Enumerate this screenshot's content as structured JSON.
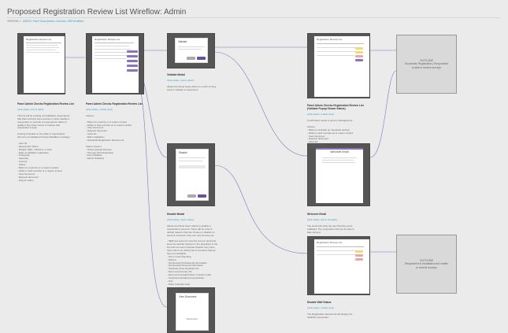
{
  "title": "Proposed Registration Review List Wireflow: Admin",
  "version": {
    "label": "VERSION 1",
    "sep": "·",
    "users": "USERS: Panel Team Admins, InSchool, SRH Modifiers"
  },
  "screens": {
    "s1_label": "Registration Review List",
    "s2_label": "Registration Review List",
    "s5_label": "Registration Review List",
    "s7_label": "Registration Review List"
  },
  "dialogs": {
    "validate_title": "Validate",
    "disable_title": "Disable",
    "welcome_title": "Welcome Email",
    "doc_title": "View Document",
    "doc_body": "Document"
  },
  "outcomes": {
    "o1": "OUTCOME\nSuccessful Registration | Respondent\nis able to receive surveys",
    "o2": "OUTCOME\nRespondent is invalidated and unable\nto receive surveys"
  },
  "notes": {
    "n1_title": "Panel Admin Checks Registration Review List",
    "n1_sub": "(click states, link to table)",
    "n1_body": "This list will be a listing of invalidated respondents\nthat Panel Admins have access to either disable a\nrespondent or override a respondent's status to\nqualify if they have issues or believe that\nrespondent is legit.\n\nA listing of details on the table of respondents\nwho are not validated through Medallia or strategy.\n\n- User ID\n- Respondent Name\n- Breakd: SRH, InSchool, or both\n- Data of validated registration\n- Profession\n- Specialty\n- Country\n- Status\n- Button to override or to reason invited\n- Ability to bulk override or a reason invited\n- View document\n- Request document\n- Flag as status",
    "n2_title": "Panel Admin Checks Registration Review List",
    "n2_sub": "(click states, mobile view)",
    "n2_body": "Actions:\n\n- Button to override or to reason invited\n- Ability to bulk override as to reason invited\n- View document\n- Request document\n- Clear list\n- Bulk invalidation\n- Download Registration Review List\n\nStatus Column:\n- Online (Needs Review)\n- Stronger (Not Evaluated)\n- Auto Disabled\n- Admin Disabled",
    "n3_title": "Validate Modal",
    "n3_sub": "(click states, close option)",
    "n3_body": "Allows the Panel Team Admin to confirm if they\nwant to validate a respondent.",
    "n4_title": "Panel Admin Checks Registration Review List\n(Validate Popup Shown Status)",
    "n4_sub": "(click states, mobile view)",
    "n4_body": "Confirmation leads to send to Management\n\nActions:\n- Button to activate as \"accepted (active)\n- Ability to bulk override as to reason invited\n- View document\n- Request document\n- Clear list\n- Bulk invalidation",
    "n5_title": "Disable Modal",
    "n5_sub": "(click states, close option)",
    "n5_body": "Allows the Panel Team Admin to disable a\nrespondent's account. There will be a list of\ndefault reasons that can chosen to disable an\naccount. However, they can only choose one.\n\n- NEW (we leave for now but remove previous).\nkeep the defined reasons in the dropdown to the\nlist such as user's inquired whether they have,\nthere will be an (Other) list of countries that we\nhave not available.\n- Not in Good Standing\n- Retired\n- Not Enough Professional Information\n- Not Enough Personal Information\n- Duplicate (Auto Duplicate ID)\n- Removed (Country IP)\n- Removed (Unsubscribed / Inactive code)\n- Suspicious Details (Unusual links)\n- Test\n- Other (indicate note)",
    "n6_title": "Welcome Email",
    "n6_sub": "(click states, link to template)",
    "n6_body": "The email will notify the user that they were\nvalidated. The respondent will now be able to\ntake surveys.",
    "n7_title": "Disable Wait Status",
    "n7_sub": "(click states, mobile view)",
    "n7_body": "The Registration Review list will display the\ndisabled respondent."
  }
}
